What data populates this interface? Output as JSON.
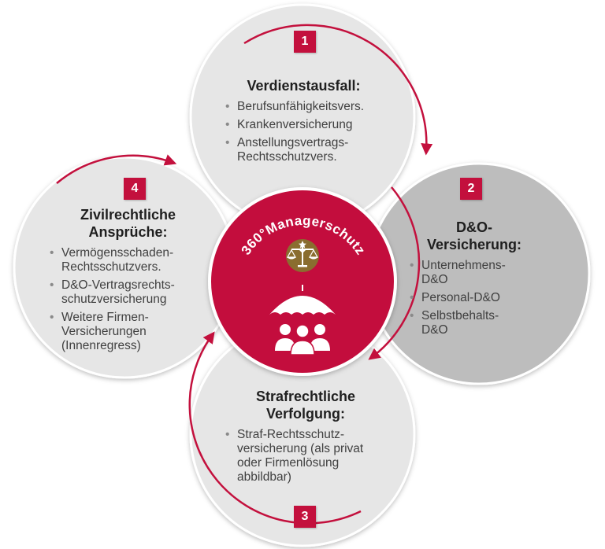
{
  "center": {
    "title": "360°Managerschutz",
    "color": "#c3103d",
    "icons": [
      "scales-of-justice-icon",
      "umbrella-icon",
      "people-group-icon"
    ]
  },
  "colors": {
    "accent": "#c3103d",
    "circle_light": "#e6e6e6",
    "circle_dark": "#bdbdbd",
    "text": "#3b3b3b"
  },
  "sections": [
    {
      "number": "1",
      "title": "Verdienstausfall:",
      "items": [
        "Berufsunfähigkeitsvers.",
        "Krankenversicherung",
        "Anstellungsvertrags-\nRechtsschutzvers."
      ]
    },
    {
      "number": "2",
      "title": "D&O-\nVersicherung:",
      "items": [
        "Unternehmens-\nD&O",
        "Personal-D&O",
        "Selbstbehalts-\nD&O"
      ]
    },
    {
      "number": "3",
      "title": "Strafrechtliche\nVerfolgung:",
      "items": [
        "Straf-Rechtsschutz-\nversicherung (als privat\noder Firmenlösung\nabbildbar)"
      ]
    },
    {
      "number": "4",
      "title": "Zivilrechtliche\nAnsprüche:",
      "items": [
        "Vermögensschaden-\nRechtsschutzvers.",
        "D&O-Vertragsrechts-\nschutzversicherung",
        "Weitere Firmen-\nVersicherungen\n(Innenregress)"
      ]
    }
  ]
}
